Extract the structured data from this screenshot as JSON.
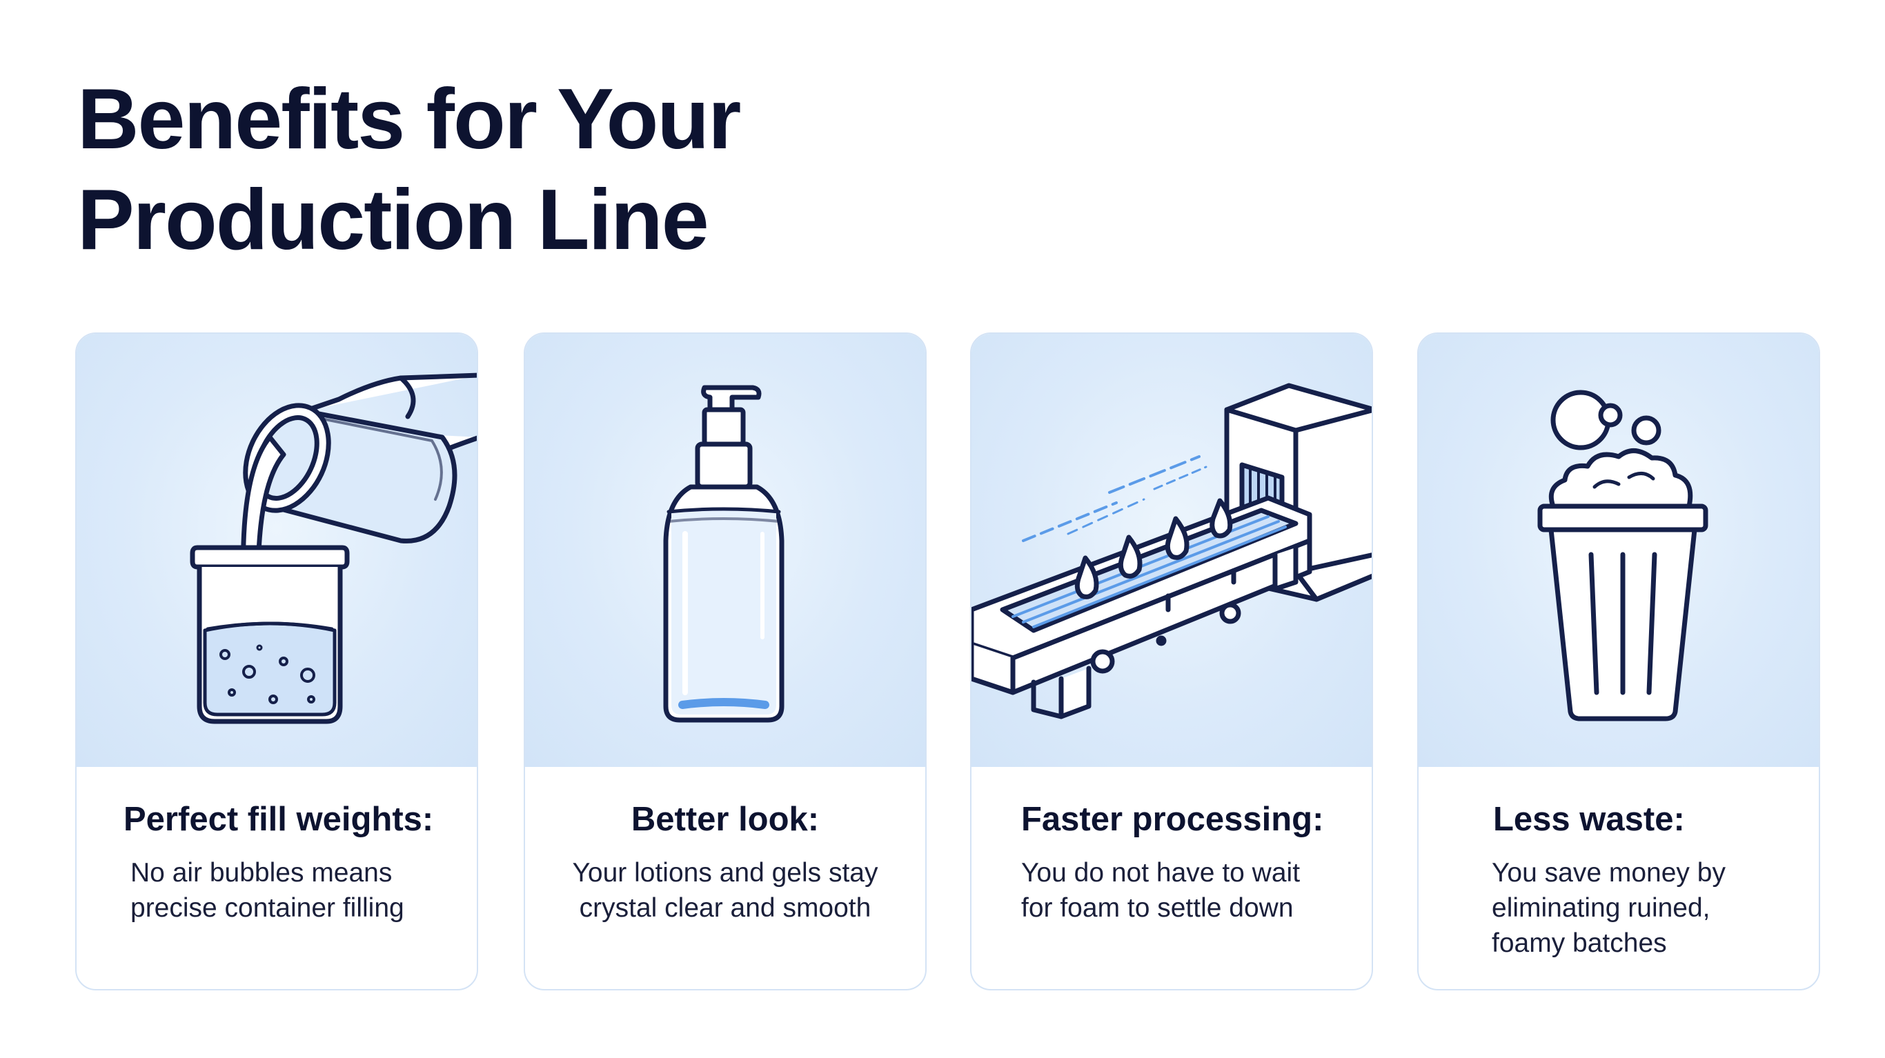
{
  "page": {
    "title_lines": [
      "Benefits for Your",
      "Production Line"
    ]
  },
  "cards": [
    {
      "icon": "pouring-liquid-icon",
      "heading": "Perfect fill weights:",
      "lines": [
        "No air bubbles means",
        "precise container filling"
      ]
    },
    {
      "icon": "pump-bottle-icon",
      "heading": "Better look:",
      "lines": [
        "Your lotions and gels stay",
        "crystal clear and smooth"
      ]
    },
    {
      "icon": "conveyor-machine-icon",
      "heading": "Faster processing:",
      "lines": [
        "You do not have to wait",
        "for foam to settle down"
      ]
    },
    {
      "icon": "foam-trash-can-icon",
      "heading": "Less waste:",
      "lines": [
        "You save money by",
        "eliminating ruined,",
        "foamy batches"
      ]
    }
  ],
  "colors": {
    "title": "#0d1330",
    "illustration_bg": "#dbeafa",
    "outline": "#15204a",
    "accent_blue": "#5b9be8",
    "card_border": "#d4e3f5"
  }
}
